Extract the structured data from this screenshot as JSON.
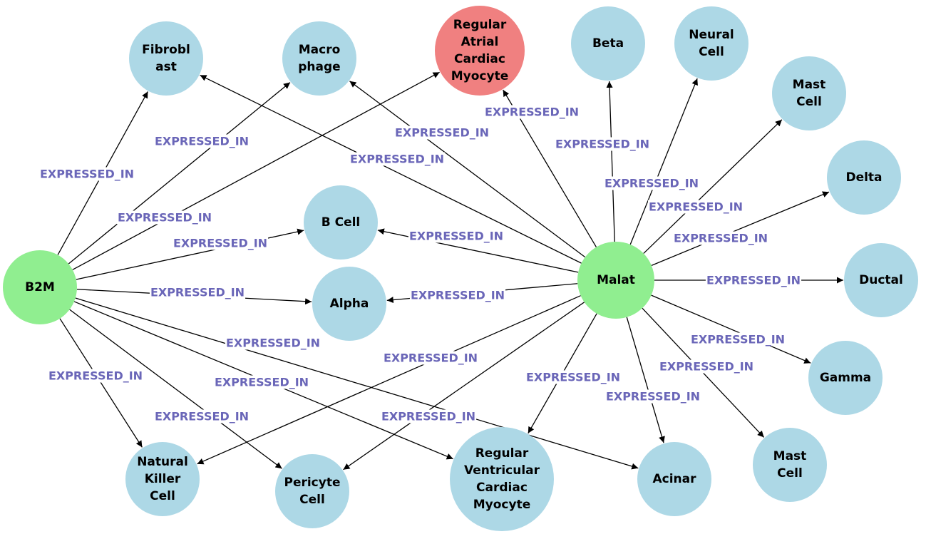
{
  "colors": {
    "gene_node": "#90ee90",
    "cell_node": "#add8e6",
    "highlight_node": "#f08080",
    "edge": "#000000",
    "edge_label": "#6a66b8"
  },
  "graph": {
    "nodes": [
      {
        "id": "b2m",
        "lines": [
          "B2M"
        ],
        "kind": "gene"
      },
      {
        "id": "malat",
        "lines": [
          "Malat"
        ],
        "kind": "gene"
      },
      {
        "id": "fibroblast",
        "lines": [
          "Fibrobl",
          "ast"
        ],
        "kind": "cell"
      },
      {
        "id": "macrophage",
        "lines": [
          "Macro",
          "phage"
        ],
        "kind": "cell"
      },
      {
        "id": "regular-atrial-cardiac-myocyte",
        "lines": [
          "Regular",
          "Atrial",
          "Cardiac",
          "Myocyte"
        ],
        "kind": "highlight"
      },
      {
        "id": "beta",
        "lines": [
          "Beta"
        ],
        "kind": "cell"
      },
      {
        "id": "neural-cell",
        "lines": [
          "Neural",
          "Cell"
        ],
        "kind": "cell"
      },
      {
        "id": "mast-cell-top",
        "lines": [
          "Mast",
          "Cell"
        ],
        "kind": "cell"
      },
      {
        "id": "delta",
        "lines": [
          "Delta"
        ],
        "kind": "cell"
      },
      {
        "id": "b-cell",
        "lines": [
          "B Cell"
        ],
        "kind": "cell"
      },
      {
        "id": "alpha",
        "lines": [
          "Alpha"
        ],
        "kind": "cell"
      },
      {
        "id": "ductal",
        "lines": [
          "Ductal"
        ],
        "kind": "cell"
      },
      {
        "id": "gamma",
        "lines": [
          "Gamma"
        ],
        "kind": "cell"
      },
      {
        "id": "natural-killer-cell",
        "lines": [
          "Natural",
          "Killer",
          "Cell"
        ],
        "kind": "cell"
      },
      {
        "id": "pericyte-cell",
        "lines": [
          "Pericyte",
          "Cell"
        ],
        "kind": "cell"
      },
      {
        "id": "regular-ventricular-cardiac-myocyte",
        "lines": [
          "Regular",
          "Ventricular",
          "Cardiac",
          "Myocyte"
        ],
        "kind": "cell"
      },
      {
        "id": "acinar",
        "lines": [
          "Acinar"
        ],
        "kind": "cell"
      },
      {
        "id": "mast-cell-bottom",
        "lines": [
          "Mast",
          "Cell"
        ],
        "kind": "cell"
      }
    ],
    "edges": [
      {
        "from": "b2m",
        "to": "fibroblast",
        "label": "EXPRESSED_IN"
      },
      {
        "from": "b2m",
        "to": "macrophage",
        "label": "EXPRESSED_IN"
      },
      {
        "from": "b2m",
        "to": "regular-atrial-cardiac-myocyte",
        "label": "EXPRESSED_IN"
      },
      {
        "from": "b2m",
        "to": "b-cell",
        "label": "EXPRESSED_IN"
      },
      {
        "from": "b2m",
        "to": "alpha",
        "label": "EXPRESSED_IN"
      },
      {
        "from": "b2m",
        "to": "acinar",
        "label": "EXPRESSED_IN"
      },
      {
        "from": "b2m",
        "to": "natural-killer-cell",
        "label": "EXPRESSED_IN"
      },
      {
        "from": "b2m",
        "to": "pericyte-cell",
        "label": "EXPRESSED_IN"
      },
      {
        "from": "b2m",
        "to": "regular-ventricular-cardiac-myocyte",
        "label": "EXPRESSED_IN"
      },
      {
        "from": "malat",
        "to": "fibroblast",
        "label": "EXPRESSED_IN"
      },
      {
        "from": "malat",
        "to": "macrophage",
        "label": "EXPRESSED_IN"
      },
      {
        "from": "malat",
        "to": "regular-atrial-cardiac-myocyte",
        "label": "EXPRESSED_IN"
      },
      {
        "from": "malat",
        "to": "beta",
        "label": "EXPRESSED_IN"
      },
      {
        "from": "malat",
        "to": "neural-cell",
        "label": "EXPRESSED_IN"
      },
      {
        "from": "malat",
        "to": "mast-cell-top",
        "label": "EXPRESSED_IN"
      },
      {
        "from": "malat",
        "to": "delta",
        "label": "EXPRESSED_IN"
      },
      {
        "from": "malat",
        "to": "b-cell",
        "label": "EXPRESSED_IN"
      },
      {
        "from": "malat",
        "to": "alpha",
        "label": "EXPRESSED_IN"
      },
      {
        "from": "malat",
        "to": "ductal",
        "label": "EXPRESSED_IN"
      },
      {
        "from": "malat",
        "to": "gamma",
        "label": "EXPRESSED_IN"
      },
      {
        "from": "malat",
        "to": "mast-cell-bottom",
        "label": "EXPRESSED_IN"
      },
      {
        "from": "malat",
        "to": "acinar",
        "label": "EXPRESSED_IN"
      },
      {
        "from": "malat",
        "to": "regular-ventricular-cardiac-myocyte",
        "label": "EXPRESSED_IN"
      },
      {
        "from": "malat",
        "to": "pericyte-cell",
        "label": "EXPRESSED_IN"
      },
      {
        "from": "malat",
        "to": "natural-killer-cell",
        "label": "EXPRESSED_IN"
      }
    ]
  }
}
